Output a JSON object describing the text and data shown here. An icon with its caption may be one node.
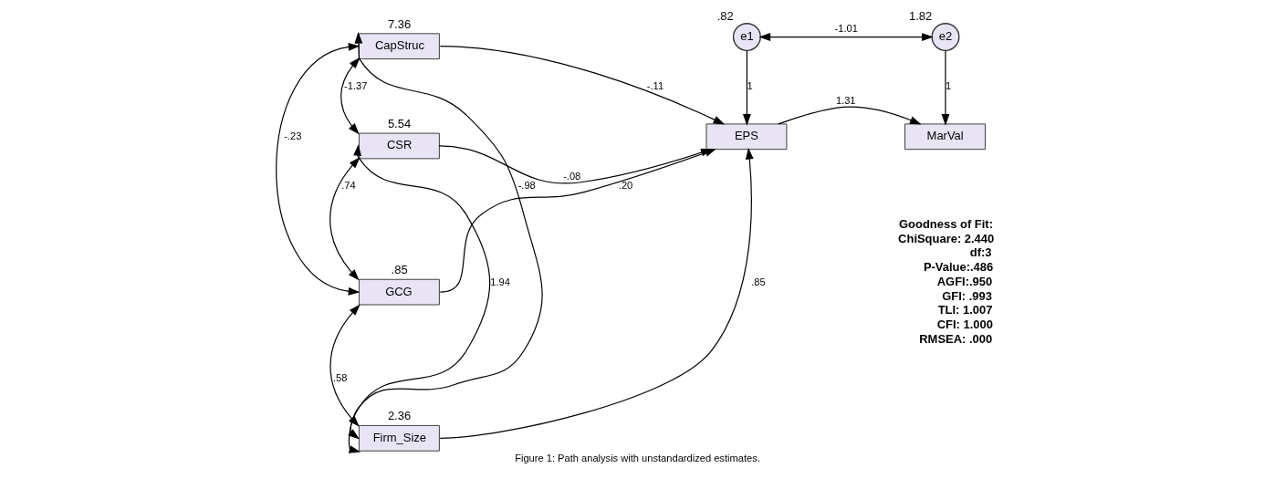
{
  "diagram": {
    "caption": "Figure 1: Path analysis with unstandardized estimates.",
    "nodes": [
      {
        "text": [
          "CapStruc"
        ],
        "beside": [
          "7.36"
        ]
      },
      {
        "text": [
          "CSR"
        ],
        "beside": [
          "5.54"
        ]
      },
      {
        "text": [
          "GCG"
        ],
        "beside": [
          ".85"
        ]
      },
      {
        "text": [
          "Firm_Size"
        ],
        "beside": [
          "2.36"
        ]
      },
      {
        "text": [
          "e1"
        ],
        "beside": [
          ".82"
        ]
      },
      {
        "text": [
          "e2"
        ],
        "beside": [
          "1.82"
        ]
      },
      {
        "text": [
          "EPS"
        ]
      },
      {
        "text": [
          "MarVal"
        ]
      }
    ],
    "edges": [
      {
        "from": 0,
        "to": 1,
        "arrow": "both",
        "label": "-1.37"
      },
      {
        "from": 0,
        "to": 2,
        "arrow": "both",
        "label": "-.23"
      },
      {
        "from": 0,
        "to": 3,
        "arrow": "both",
        "label": "-.98"
      },
      {
        "from": 1,
        "to": 2,
        "arrow": "both",
        "label": ".74"
      },
      {
        "from": 1,
        "to": 3,
        "arrow": "both",
        "label": "1.94"
      },
      {
        "from": 2,
        "to": 3,
        "arrow": "both",
        "label": ".58"
      },
      {
        "from": 0,
        "to": 6,
        "arrow": "to",
        "label": "-.11"
      },
      {
        "from": 1,
        "to": 6,
        "arrow": "to",
        "label": "-.08"
      },
      {
        "from": 2,
        "to": 6,
        "arrow": "to",
        "label": ".20"
      },
      {
        "from": 3,
        "to": 6,
        "arrow": "to",
        "label": ".85"
      },
      {
        "from": 4,
        "to": 5,
        "arrow": "both",
        "label": "-1.01"
      },
      {
        "from": 4,
        "to": 6,
        "arrow": "to",
        "label": "1"
      },
      {
        "from": 5,
        "to": 7,
        "arrow": "to",
        "label": "1"
      },
      {
        "from": 6,
        "to": 7,
        "arrow": "to",
        "label": "1.31"
      }
    ],
    "labels": [
      "Goodness of Fit:",
      "ChiSquare: 2.440",
      "df:3",
      "P-Value:.486",
      "AGFI:.950",
      "GFI: .993",
      "TLI: 1.007",
      "CFI: 1.000",
      "RMSEA: .000"
    ]
  }
}
